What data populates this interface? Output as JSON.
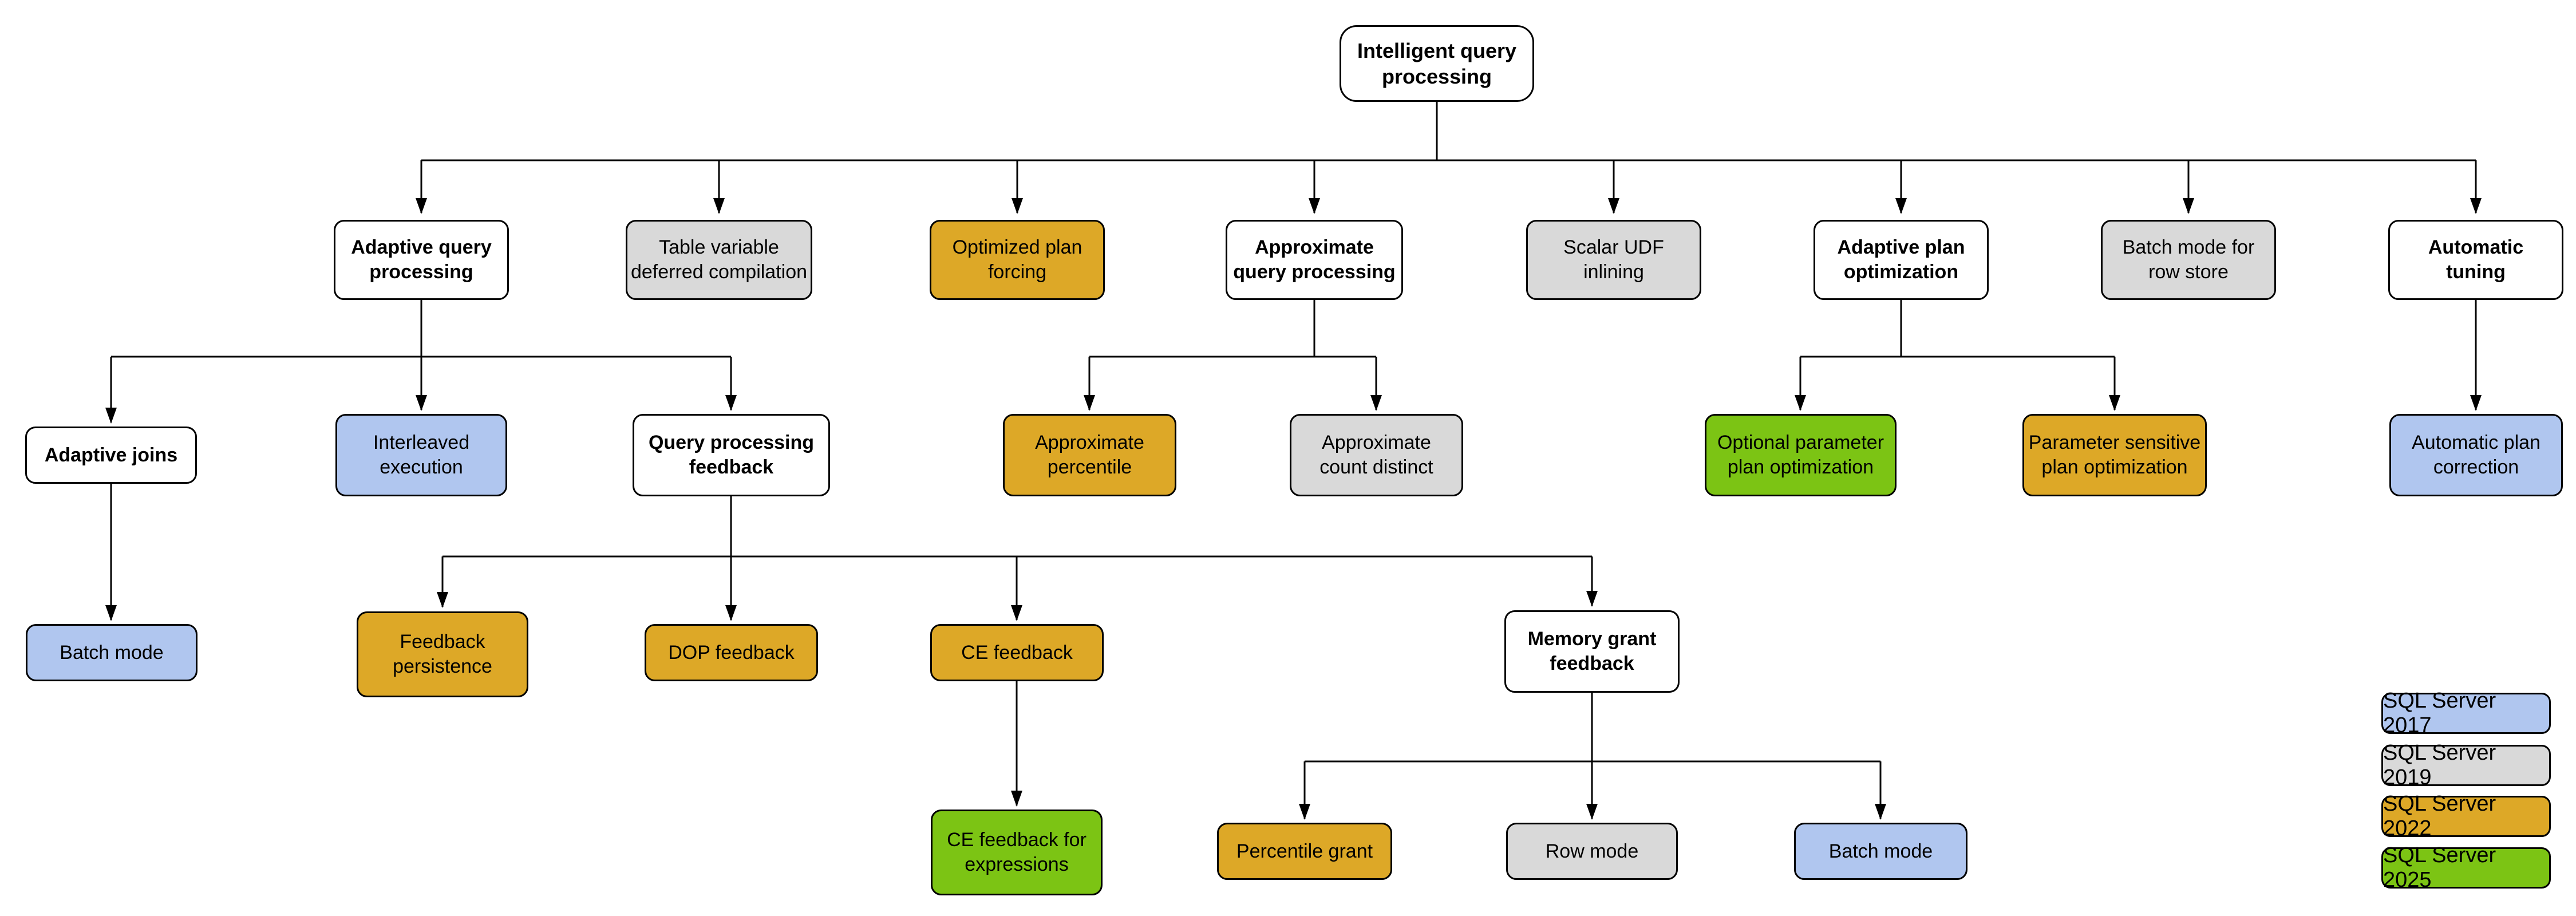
{
  "colors": {
    "sql_server_2017": "#B0C6EF",
    "sql_server_2019": "#D9D9D9",
    "sql_server_2022": "#DDA827",
    "sql_server_2025": "#7CC414",
    "group_node_background": "#FFFFFF",
    "border_and_connectors": "#000000"
  },
  "nodes": [
    {
      "id": "intelligent-query-processing",
      "label": "Intelligent query\nprocessing",
      "version": "group",
      "parent": null
    },
    {
      "id": "adaptive-query-processing",
      "label": "Adaptive query\nprocessing",
      "version": "group",
      "parent": "intelligent-query-processing"
    },
    {
      "id": "table-variable-deferred-compilation",
      "label": "Table variable\ndeferred compilation",
      "version": "SQL Server 2019",
      "parent": "intelligent-query-processing"
    },
    {
      "id": "optimized-plan-forcing",
      "label": "Optimized plan\nforcing",
      "version": "SQL Server 2022",
      "parent": "intelligent-query-processing"
    },
    {
      "id": "approximate-query-processing",
      "label": "Approximate\nquery processing",
      "version": "group",
      "parent": "intelligent-query-processing"
    },
    {
      "id": "scalar-udf-inlining",
      "label": "Scalar UDF\ninlining",
      "version": "SQL Server 2019",
      "parent": "intelligent-query-processing"
    },
    {
      "id": "adaptive-plan-optimization",
      "label": "Adaptive plan\noptimization",
      "version": "group",
      "parent": "intelligent-query-processing"
    },
    {
      "id": "batch-mode-for-row-store",
      "label": "Batch mode for\nrow store",
      "version": "SQL Server 2019",
      "parent": "intelligent-query-processing"
    },
    {
      "id": "automatic-tuning",
      "label": "Automatic\ntuning",
      "version": "group",
      "parent": "intelligent-query-processing"
    },
    {
      "id": "adaptive-joins",
      "label": "Adaptive joins",
      "version": "group",
      "parent": "adaptive-query-processing"
    },
    {
      "id": "interleaved-execution",
      "label": "Interleaved\nexecution",
      "version": "SQL Server 2017",
      "parent": "adaptive-query-processing"
    },
    {
      "id": "query-processing-feedback",
      "label": "Query processing\nfeedback",
      "version": "group",
      "parent": "adaptive-query-processing"
    },
    {
      "id": "approximate-percentile",
      "label": "Approximate\npercentile",
      "version": "SQL Server 2022",
      "parent": "approximate-query-processing"
    },
    {
      "id": "approximate-count-distinct",
      "label": "Approximate\ncount distinct",
      "version": "SQL Server 2019",
      "parent": "approximate-query-processing"
    },
    {
      "id": "optional-parameter-plan-optimization",
      "label": "Optional parameter\nplan optimization",
      "version": "SQL Server 2025",
      "parent": "adaptive-plan-optimization"
    },
    {
      "id": "parameter-sensitive-plan-optimization",
      "label": "Parameter sensitive\nplan optimization",
      "version": "SQL Server 2022",
      "parent": "adaptive-plan-optimization"
    },
    {
      "id": "automatic-plan-correction",
      "label": "Automatic plan\ncorrection",
      "version": "SQL Server 2017",
      "parent": "automatic-tuning"
    },
    {
      "id": "batch-mode-adaptive-joins",
      "label": "Batch mode",
      "version": "SQL Server 2017",
      "parent": "adaptive-joins"
    },
    {
      "id": "feedback-persistence",
      "label": "Feedback\npersistence",
      "version": "SQL Server 2022",
      "parent": "query-processing-feedback"
    },
    {
      "id": "dop-feedback",
      "label": "DOP feedback",
      "version": "SQL Server 2022",
      "parent": "query-processing-feedback"
    },
    {
      "id": "ce-feedback",
      "label": "CE feedback",
      "version": "SQL Server 2022",
      "parent": "query-processing-feedback"
    },
    {
      "id": "memory-grant-feedback",
      "label": "Memory grant\nfeedback",
      "version": "group",
      "parent": "query-processing-feedback"
    },
    {
      "id": "ce-feedback-for-expressions",
      "label": "CE feedback for\nexpressions",
      "version": "SQL Server 2025",
      "parent": "ce-feedback"
    },
    {
      "id": "percentile-grant",
      "label": "Percentile grant",
      "version": "SQL Server 2022",
      "parent": "memory-grant-feedback"
    },
    {
      "id": "row-mode",
      "label": "Row mode",
      "version": "SQL Server 2019",
      "parent": "memory-grant-feedback"
    },
    {
      "id": "batch-mode-memory-grant",
      "label": "Batch mode",
      "version": "SQL Server 2017",
      "parent": "memory-grant-feedback"
    }
  ],
  "legend": [
    {
      "label": "SQL Server 2017",
      "color": "#B0C6EF"
    },
    {
      "label": "SQL Server 2019",
      "color": "#D9D9D9"
    },
    {
      "label": "SQL Server 2022",
      "color": "#DDA827"
    },
    {
      "label": "SQL Server 2025",
      "color": "#7CC414"
    }
  ]
}
